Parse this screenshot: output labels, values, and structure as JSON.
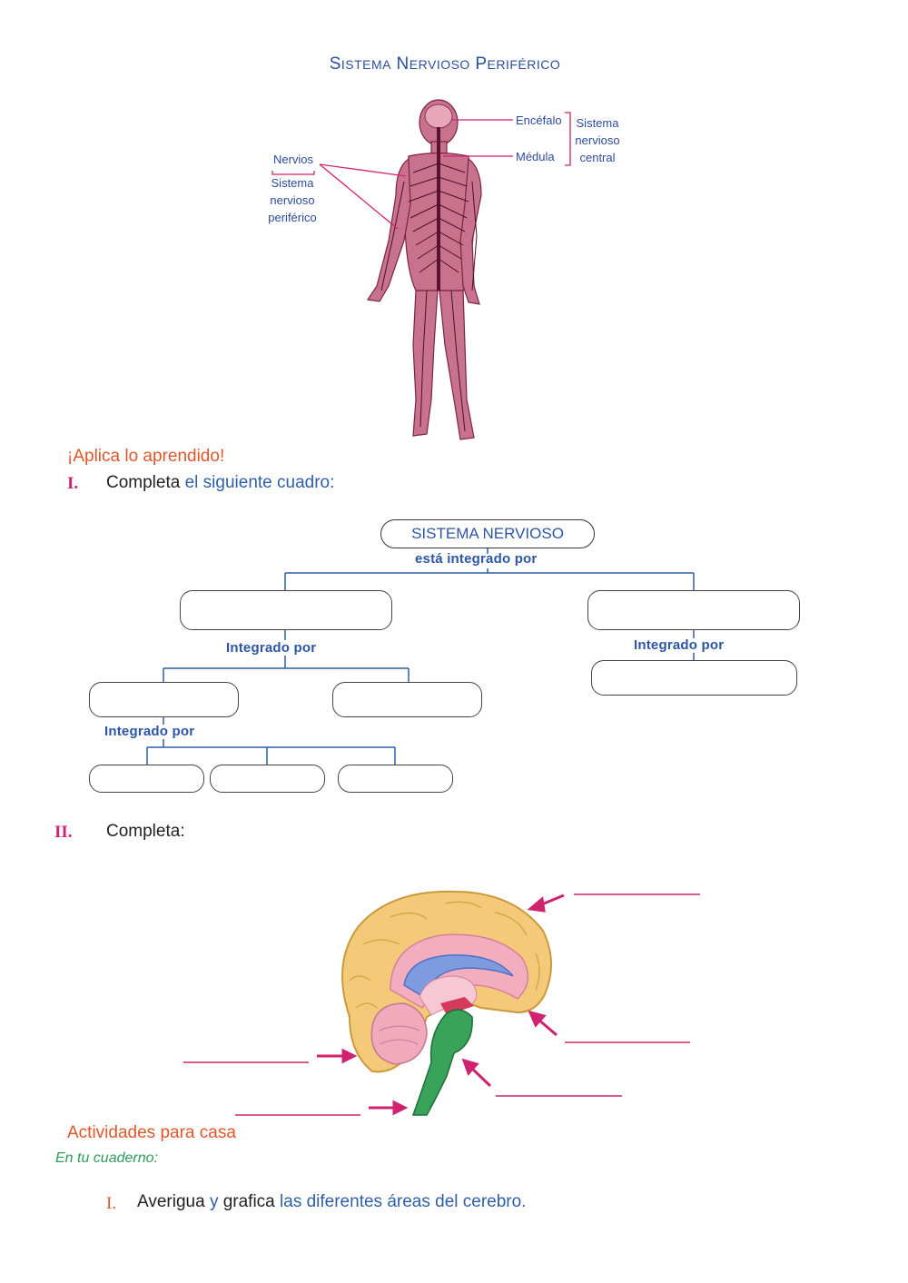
{
  "title": {
    "S": "S",
    "istema": "ISTEMA",
    "N": "N",
    "ervioso": "ERVIOSO",
    "P": "P",
    "eriferico": "ERIFÉRICO"
  },
  "body_figure": {
    "encefalo": "Encéfalo",
    "medula": "Médula",
    "central": [
      "Sistema",
      "nervioso",
      "central"
    ],
    "nervios": "Nervios",
    "periferico": [
      "Sistema",
      "nervioso",
      "periférico"
    ]
  },
  "apply": "¡Aplica lo aprendido!",
  "section1": {
    "num": "I.",
    "text_a": "Completa",
    "text_b": "el siguiente cuadro:"
  },
  "diagram": {
    "root": "SISTEMA NERVIOSO",
    "connector_root": "está integrado por",
    "connector": "Integrado por"
  },
  "section2": {
    "num": "II.",
    "text": "Completa:"
  },
  "home": {
    "title": "Actividades para casa",
    "subtitle": "En tu cuaderno:"
  },
  "task": {
    "num": "I.",
    "w1": "Averigua",
    "w2": "y",
    "w3": "grafica",
    "w4": "las diferentes áreas del cerebro."
  },
  "colors": {
    "accent_blue": "#2a4f9c",
    "magenta": "#d0226f",
    "orange": "#e0562a",
    "green": "#2e9a5c"
  }
}
